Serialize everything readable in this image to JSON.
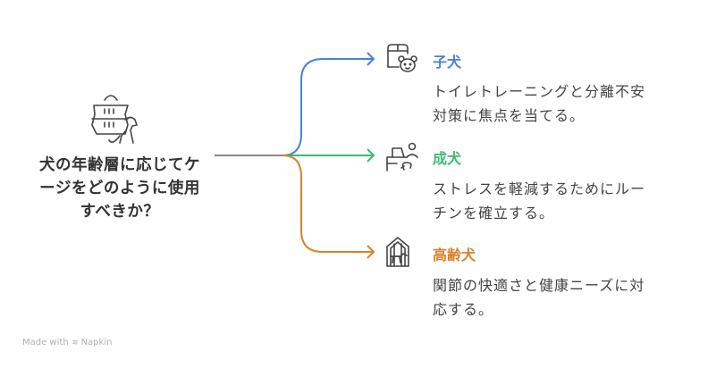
{
  "root": {
    "title_lines": [
      "犬の年齢層に応じてケ",
      "ージをどのように使用",
      "すべきか？"
    ],
    "icon": "pet-carrier-with-dog-icon"
  },
  "colors": {
    "trunk": "#888888",
    "puppy": "#4a7fdc",
    "adult": "#3cba78",
    "senior": "#d9822b",
    "icon": "#444444",
    "text": "#444444"
  },
  "branches": [
    {
      "id": "puppy",
      "title": "子犬",
      "icon": "crate-with-puppy-icon",
      "desc_lines": [
        "トイレトレーニングと分離不安",
        "対策に焦点を当てる。"
      ]
    },
    {
      "id": "adult",
      "title": "成犬",
      "icon": "person-at-desk-with-dog-icon",
      "desc_lines": [
        "ストレスを軽減するためにルー",
        "チンを確立する。"
      ]
    },
    {
      "id": "senior",
      "title": "高齢犬",
      "icon": "dog-house-icon",
      "desc_lines": [
        "関節の快適さと健康ニーズに対",
        "応する。"
      ]
    }
  ],
  "watermark": {
    "prefix": "Made with",
    "brand": "Napkin"
  }
}
